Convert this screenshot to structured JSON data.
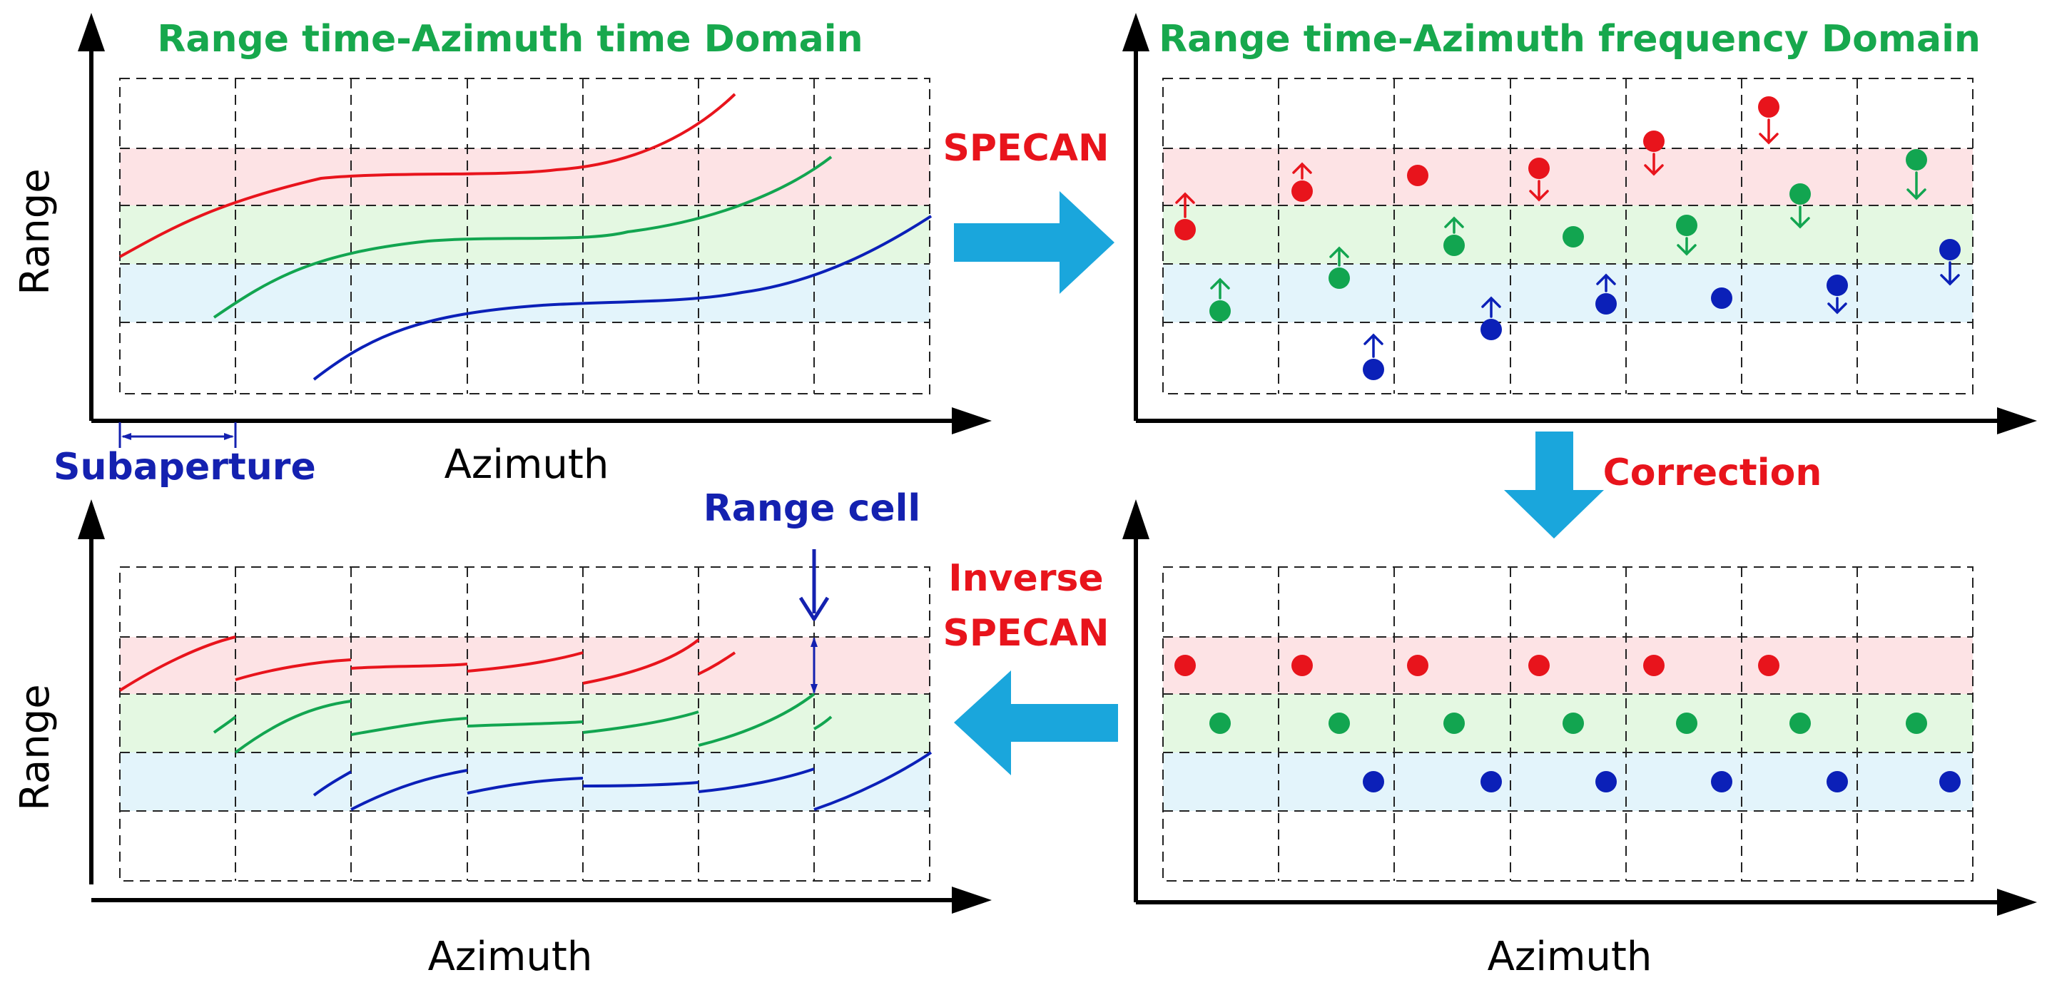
{
  "colors": {
    "red": "#e8141c",
    "green": "#12a550",
    "blue": "#0b20b8",
    "arrow_cyan": "#1aa6dc",
    "band_red": "#fde3e5",
    "band_green": "#e4f8e2",
    "band_blue": "#e3f4fb",
    "title_green": "#17a84d",
    "label_blue": "#1421b0"
  },
  "labels": {
    "title_tl": "Range time-Azimuth time Domain",
    "title_tr": "Range time-Azimuth frequency Domain",
    "specan": "SPECAN",
    "correction": "Correction",
    "inverse": "Inverse",
    "inverse_specan": "SPECAN",
    "subaperture": "Subaperture",
    "range_cell": "Range cell",
    "range_tl": "Range",
    "range_bl": "Range",
    "azimuth_tl": "Azimuth",
    "azimuth_bl": "Azimuth",
    "azimuth_br": "Azimuth"
  },
  "icons": [
    "right-arrow-icon",
    "down-arrow-icon",
    "left-arrow-icon",
    "up-shift-arrow-icon",
    "down-shift-arrow-icon"
  ]
}
